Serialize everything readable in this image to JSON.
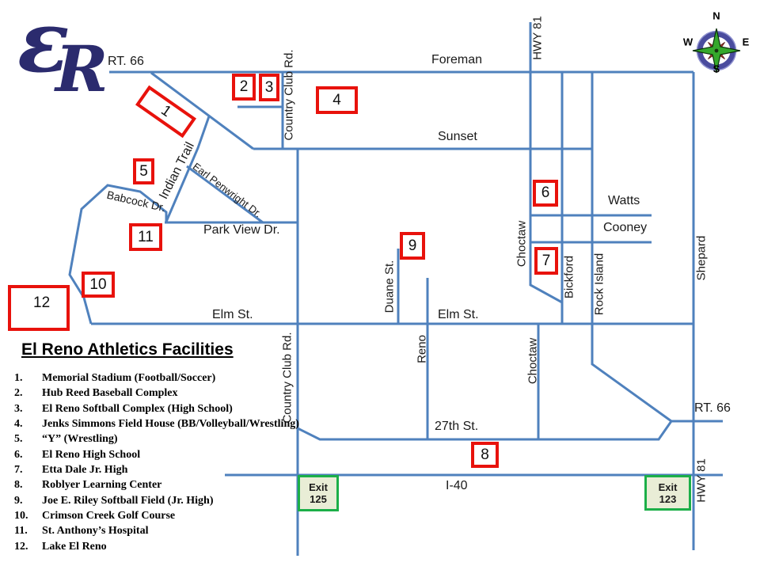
{
  "logo": {
    "e": "ε",
    "r": "R"
  },
  "compass": {
    "n": "N",
    "e": "E",
    "s": "S",
    "w": "W"
  },
  "labels": {
    "rt66_top": "RT. 66",
    "foreman": "Foreman",
    "hwy81_top": "HWY 81",
    "country_club_top": "Country Club Rd.",
    "sunset": "Sunset",
    "indian_trail": "Indian Trail",
    "earl_penwright": "Earl Penwright Dr.",
    "babcock": "Babcock Dr.",
    "park_view": "Park View Dr.",
    "watts": "Watts",
    "cooney": "Cooney",
    "choctaw_north": "Choctaw",
    "bickford": "Bickford",
    "rock_island": "Rock Island",
    "shepard": "Shepard",
    "duane": "Duane St.",
    "elm_west": "Elm St.",
    "elm_east": "Elm St.",
    "reno": "Reno",
    "country_club_bottom": "Country Club Rd.",
    "choctaw_south": "Choctaw",
    "twenty_seventh": "27th St.",
    "rt66_east": "RT. 66",
    "i40": "I-40",
    "hwy81_bottom": "HWY 81"
  },
  "markers": [
    "1",
    "2",
    "3",
    "4",
    "5",
    "6",
    "7",
    "8",
    "9",
    "10",
    "11",
    "12"
  ],
  "exits": [
    {
      "line1": "Exit",
      "line2": "125"
    },
    {
      "line1": "Exit",
      "line2": "123"
    }
  ],
  "legend": {
    "title": "El Reno Athletics Facilities",
    "items": [
      {
        "num": "1.",
        "text": "Memorial Stadium (Football/Soccer)"
      },
      {
        "num": "2.",
        "text": "Hub Reed Baseball Complex"
      },
      {
        "num": "3.",
        "text": "El Reno Softball Complex (High School)"
      },
      {
        "num": "4.",
        "text": "Jenks Simmons Field House (BB/Volleyball/Wrestling)"
      },
      {
        "num": "5.",
        "text": "“Y” (Wrestling)"
      },
      {
        "num": "6.",
        "text": "El Reno High School"
      },
      {
        "num": "7.",
        "text": "Etta Dale Jr. High"
      },
      {
        "num": "8.",
        "text": "Roblyer Learning Center"
      },
      {
        "num": "9.",
        "text": "Joe E. Riley Softball Field (Jr. High)"
      },
      {
        "num": "10.",
        "text": "Crimson Creek Golf Course"
      },
      {
        "num": "11.",
        "text": "St. Anthony’s Hospital"
      },
      {
        "num": "12.",
        "text": "Lake El Reno"
      }
    ]
  },
  "colors": {
    "road": "#4f81bd",
    "marker_border": "#e8120c",
    "exit_border": "#1caf48",
    "exit_fill": "#e9edd6",
    "logo": "#2b2b6e"
  }
}
